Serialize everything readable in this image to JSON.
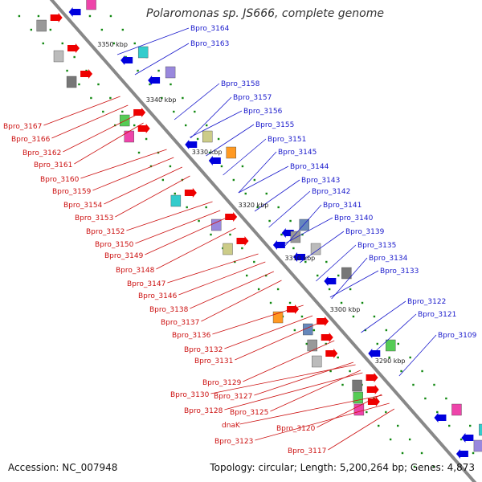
{
  "title": "Polaromonas sp. JS666, complete genome",
  "accession": "Accession: NC_007948",
  "topology": "Topology: circular; Length: 5,200,264 bp; Genes: 4,873",
  "colors": {
    "forward_gene": "#ee0000",
    "reverse_gene": "#0000dd",
    "forward_label": "#cc1111",
    "reverse_label": "#1a1acc",
    "backbone": "#777777",
    "tick": "#118811"
  },
  "ticks": [
    "3350 kbp",
    "3340 kbp",
    "3330 kbp",
    "3320 kbp",
    "3310 kbp",
    "3300 kbp",
    "3290 kbp"
  ],
  "reverse_labels": [
    "Bpro_3164",
    "Bpro_3163",
    "Bpro_3158",
    "Bpro_3157",
    "Bpro_3156",
    "Bpro_3155",
    "Bpro_3151",
    "Bpro_3145",
    "Bpro_3144",
    "Bpro_3143",
    "Bpro_3142",
    "Bpro_3141",
    "Bpro_3140",
    "Bpro_3139",
    "Bpro_3135",
    "Bpro_3134",
    "Bpro_3133",
    "Bpro_3122",
    "Bpro_3121",
    "Bpro_3109"
  ],
  "forward_labels": [
    "Bpro_3167",
    "Bpro_3166",
    "Bpro_3162",
    "Bpro_3161",
    "Bpro_3160",
    "Bpro_3159",
    "Bpro_3154",
    "Bpro_3153",
    "Bpro_3152",
    "Bpro_3150",
    "Bpro_3149",
    "Bpro_3148",
    "Bpro_3147",
    "Bpro_3146",
    "Bpro_3138",
    "Bpro_3137",
    "Bpro_3136",
    "Bpro_3132",
    "Bpro_3131",
    "Bpro_3129",
    "Bpro_3130",
    "Bpro_3127",
    "Bpro_3128",
    "Bpro_3125",
    "dnaK",
    "Bpro_3120",
    "Bpro_3123",
    "Bpro_3117"
  ]
}
